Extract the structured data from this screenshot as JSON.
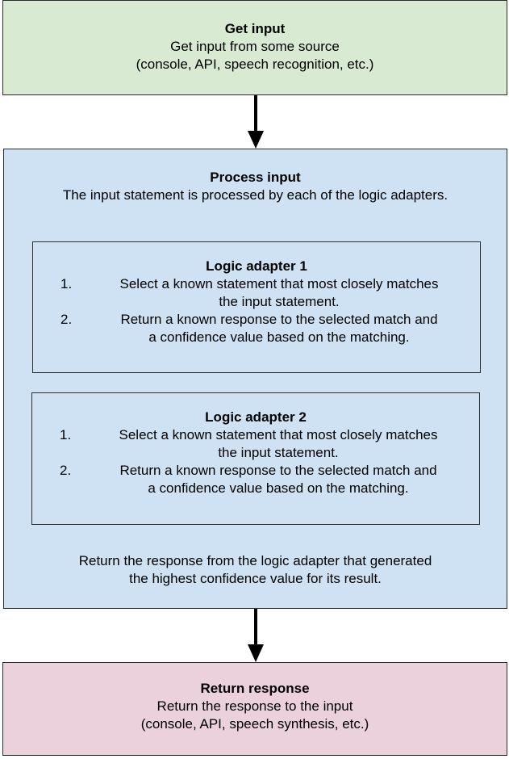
{
  "colors": {
    "get_input_fill": "#d9ead3",
    "process_fill": "#cfe2f3",
    "return_fill": "#ead1dc",
    "border": "#2b2b2b",
    "arrow": "#000000"
  },
  "get_input": {
    "title": "Get input",
    "lines": [
      "Get input from some source",
      "(console, API, speech recognition, etc.)"
    ]
  },
  "process_input": {
    "title": "Process input",
    "description": "The input statement is processed by each of the logic adapters.",
    "adapters": [
      {
        "title": "Logic adapter 1",
        "steps": [
          {
            "number": "1.",
            "lines": [
              "Select a known statement that most closely matches",
              "the input statement."
            ]
          },
          {
            "number": "2.",
            "lines": [
              "Return a known response to the selected match and",
              "a confidence value based on the matching."
            ]
          }
        ]
      },
      {
        "title": "Logic adapter 2",
        "steps": [
          {
            "number": "1.",
            "lines": [
              "Select a known statement that most closely matches",
              "the input statement."
            ]
          },
          {
            "number": "2.",
            "lines": [
              "Return a known response to the selected match and",
              "a confidence value based on the matching."
            ]
          }
        ]
      }
    ],
    "footer_lines": [
      "Return the response from the logic adapter that generated",
      "the highest confidence value for its result."
    ]
  },
  "return_response": {
    "title": "Return response",
    "lines": [
      "Return the response to the input",
      "(console, API, speech synthesis, etc.)"
    ]
  }
}
